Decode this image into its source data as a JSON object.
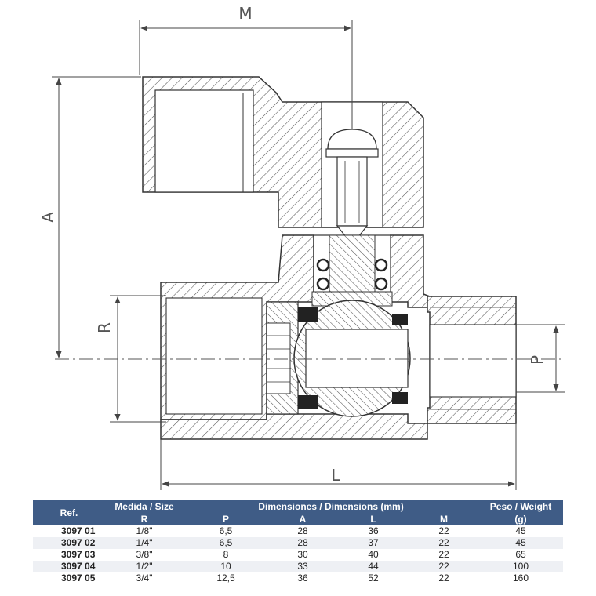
{
  "dimension_labels": {
    "M": "M",
    "A": "A",
    "R": "R",
    "P": "P",
    "L": "L"
  },
  "table": {
    "header_top": [
      "Ref.",
      "Medida / Size",
      "Dimensiones / Dimensions (mm)",
      "Peso / Weight"
    ],
    "header_sub": [
      "",
      "R",
      "P",
      "A",
      "L",
      "M",
      "(g)"
    ],
    "rows": [
      [
        "3097 01",
        "1/8\"",
        "6,5",
        "28",
        "36",
        "22",
        "45"
      ],
      [
        "3097 02",
        "1/4\"",
        "6,5",
        "28",
        "37",
        "22",
        "45"
      ],
      [
        "3097 03",
        "3/8\"",
        "8",
        "30",
        "40",
        "22",
        "65"
      ],
      [
        "3097 04",
        "1/2\"",
        "10",
        "33",
        "44",
        "22",
        "100"
      ],
      [
        "3097 05",
        "3/4\"",
        "12,5",
        "36",
        "52",
        "22",
        "160"
      ]
    ]
  },
  "colors": {
    "header_bg": "#3f5c86",
    "line": "#333333",
    "dim_line": "#555555"
  }
}
